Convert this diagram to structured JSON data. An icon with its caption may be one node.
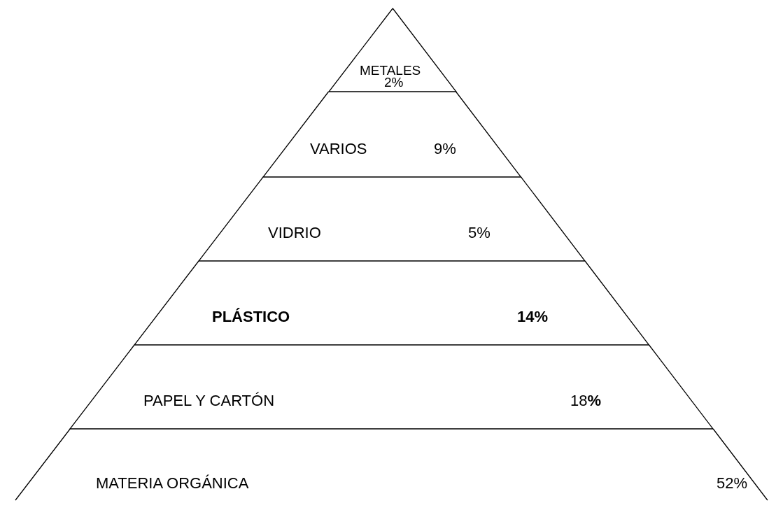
{
  "diagram": {
    "nodes": [
      {
        "text": [
          "METALES",
          "2%"
        ]
      },
      {
        "text": [
          "VARIOS",
          "9%"
        ]
      },
      {
        "text": [
          "VIDRIO",
          "5%"
        ]
      },
      {
        "text": [
          "PLÁSTICO",
          "14%"
        ]
      },
      {
        "text": [
          "PAPEL Y CARTÓN",
          "18**%**"
        ]
      },
      {
        "text": [
          "MATERIA ORGÁNICA",
          "52%"
        ]
      }
    ]
  }
}
